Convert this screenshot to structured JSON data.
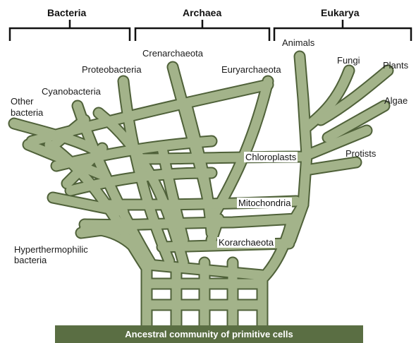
{
  "domains": {
    "bacteria": "Bacteria",
    "archaea": "Archaea",
    "eukarya": "Eukarya"
  },
  "labels": {
    "crenarchaeota": "Crenarchaeota",
    "proteobacteria": "Proteobacteria",
    "euryarchaeota": "Euryarchaeota",
    "cyanobacteria": "Cyanobacteria",
    "other_bacteria_1": "Other",
    "other_bacteria_2": "bacteria",
    "animals": "Animals",
    "fungi": "Fungi",
    "plants": "Plants",
    "algae": "Algae",
    "protists": "Protists",
    "chloroplasts": "Chloroplasts",
    "mitochondria": "Mitochondria",
    "korarchaeota": "Korarchaeota",
    "hyperthermophilic_1": "Hyperthermophilic",
    "hyperthermophilic_2": "bacteria"
  },
  "base_label": "Ancestral community of primitive cells",
  "colors": {
    "branch_fill": "#a3b38a",
    "branch_outline": "#4f6139",
    "base": "#5a6e43",
    "bracket": "#111111"
  }
}
